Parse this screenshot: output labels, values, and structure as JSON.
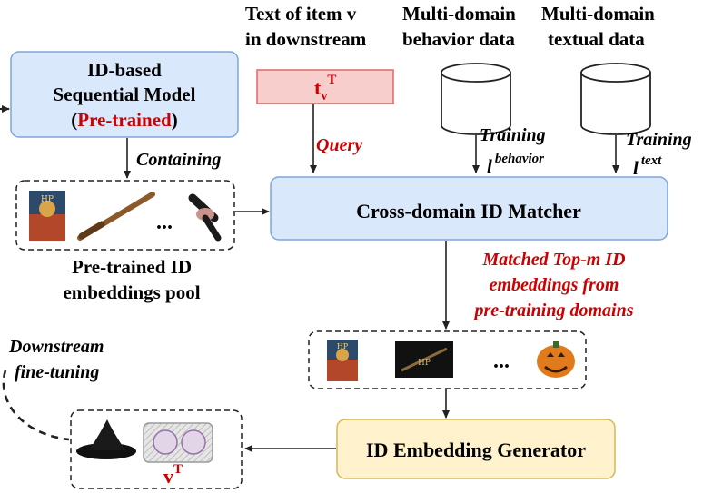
{
  "labels": {
    "text_item_line1": "Text of item v",
    "text_item_line2": "in downstream",
    "behavior_line1": "Multi-domain",
    "behavior_line2": "behavior data",
    "textual_line1": "Multi-domain",
    "textual_line2": "textual data",
    "id_model_line1": "ID-based",
    "id_model_line2": "Sequential Model",
    "id_model_paren_open": "(",
    "id_model_pretrained": "Pre-trained",
    "id_model_paren_close": ")",
    "tv_base": "t",
    "tv_sub": "v",
    "tv_sup": "T",
    "query": "Query",
    "containing": "Containing",
    "training1": "Training",
    "loss1_base": "l",
    "loss1_sup": "behavior",
    "training2": "Training",
    "loss2_base": "l",
    "loss2_sup": "text",
    "matcher": "Cross-domain ID Matcher",
    "pool_line1": "Pre-trained ID",
    "pool_line2": "embeddings pool",
    "pool_dots": "...",
    "matched_line1": "Matched Top-m ID",
    "matched_line2": "embeddings from",
    "matched_line3": "pre-training domains",
    "matched_dots": "...",
    "downstream_line1": "Downstream",
    "downstream_line2": "fine-tuning",
    "generator": "ID Embedding Generator",
    "vt_base": "v",
    "vt_sup": "T"
  },
  "colors": {
    "box_blue": "#dae8fc",
    "box_blue_border": "#7ea6d8",
    "tv_fill": "#f8cecc",
    "tv_border": "#e06666",
    "gen_fill": "#fff2cc",
    "gen_border": "#d6b656",
    "red_text": "#cc0000",
    "circle_fill": "#e1d5e7",
    "circle_border": "#9673a6"
  },
  "icons": [
    "harry-potter-book-icon",
    "wand-icon",
    "hair-dryer-brush-icon",
    "harry-potter-dvd-icon",
    "pumpkin-icon",
    "witch-hat-icon"
  ]
}
